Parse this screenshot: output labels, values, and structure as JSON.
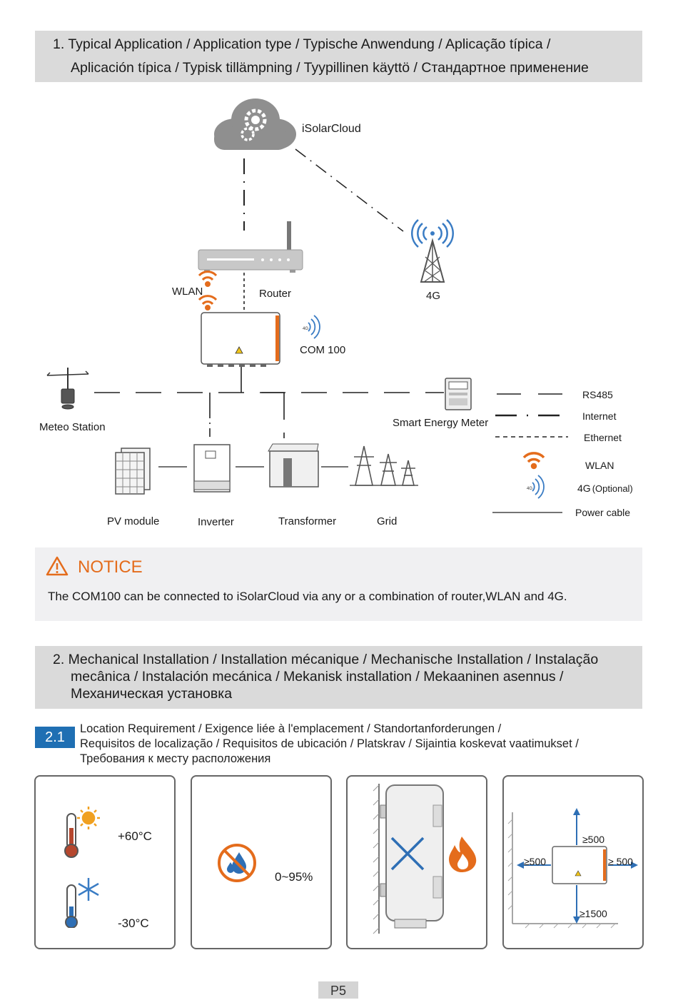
{
  "section1": {
    "line1": "1. Typical Application / Application type / Typische Anwendung / Aplicação típica /",
    "line2": "Aplicación típica / Typisk tillämpning / Tyypillinen käyttö / Стандартное применение"
  },
  "diagram": {
    "cloud_label": "iSolarCloud",
    "tower_label": "4G",
    "router_label": "Router",
    "wlan_label": "WLAN",
    "com_label": "COM 100",
    "com_4g_mark": "4G",
    "meteo_label": "Meteo Station",
    "meter_label": "Smart Energy Meter",
    "pv_label": "PV module",
    "inverter_label": "Inverter",
    "transformer_label": "Transformer",
    "grid_label": "Grid"
  },
  "legend": {
    "rs485": "RS485",
    "internet": "Internet",
    "ethernet": "Ethernet",
    "wlan": "WLAN",
    "g4_mark": "4G",
    "g4": "4G",
    "g4_optional": "(Optional)",
    "power_cable": "Power cable"
  },
  "notice": {
    "title": "NOTICE",
    "text": "The COM100 can be connected to iSolarCloud via any or a combination of router,WLAN and 4G."
  },
  "section2": {
    "line1": "2. Mechanical Installation / Installation mécanique / Mechanische Installation / Instalação",
    "line2": "mecânica / Instalación mecánica / Mekanisk installation / Mekaaninen asennus /",
    "line3": "Механическая установка"
  },
  "subsection": {
    "number": "2.1",
    "line1": "Location Requirement / Exigence liée à l'emplacement / Standortanforderungen /",
    "line2": "Requisitos de localização / Requisitos de ubicación / Platskrav / Sijaintia koskevat vaatimukset /",
    "line3": "Требования к месту расположения"
  },
  "cards": {
    "temp_high": "+60°C",
    "temp_low": "-30°C",
    "humidity": "0~95%",
    "clear_top": "≥500",
    "clear_left": "≥500",
    "clear_right": "≥ 500",
    "clear_bottom": "≥1500"
  },
  "page_number": "P5",
  "colors": {
    "accent_orange": "#e46c1c",
    "badge_blue": "#1f6fb3",
    "signal_blue": "#3a7cc4",
    "bar_gray": "#dadada"
  }
}
